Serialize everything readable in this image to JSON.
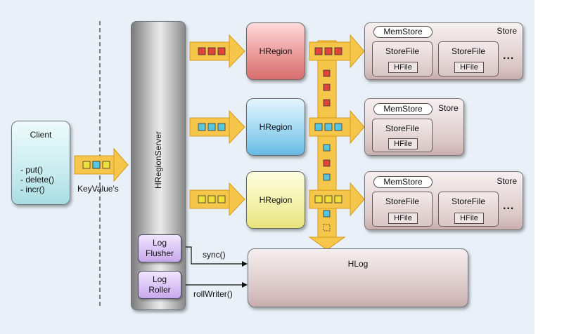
{
  "client": {
    "title": "Client",
    "ops": [
      "- put()",
      "- delete()",
      "- incr()"
    ]
  },
  "keyvalues_label": "KeyValue's",
  "server_label": "HRegionServer",
  "log_flusher": {
    "line1": "Log",
    "line2": "Flusher"
  },
  "log_roller": {
    "line1": "Log",
    "line2": "Roller"
  },
  "sync_label": "sync()",
  "rollwriter_label": "rollWriter()",
  "regions": [
    {
      "label": "HRegion"
    },
    {
      "label": "HRegion"
    },
    {
      "label": "HRegion"
    }
  ],
  "stores": [
    {
      "label": "Store",
      "memstore": "MemStore",
      "storefiles": [
        {
          "label": "StoreFile",
          "hfile": "HFile"
        },
        {
          "label": "StoreFile",
          "hfile": "HFile"
        }
      ],
      "ellipsis": "..."
    },
    {
      "label": "Store",
      "memstore": "MemStore",
      "storefiles": [
        {
          "label": "StoreFile",
          "hfile": "HFile"
        }
      ],
      "ellipsis": ""
    },
    {
      "label": "Store",
      "memstore": "MemStore",
      "storefiles": [
        {
          "label": "StoreFile",
          "hfile": "HFile"
        },
        {
          "label": "StoreFile",
          "hfile": "HFile"
        }
      ],
      "ellipsis": "..."
    }
  ],
  "hlog_title": "HLog",
  "colors": {
    "arrow": "#f6c64a",
    "red": "#e0443c",
    "blue": "#3e8ed8",
    "yellow": "#f0df3a",
    "green": "#3fb24a",
    "cyan": "#55c7e0",
    "pink": "#e070b8",
    "purple": "#8a63d2",
    "gray": "#bbbbbb"
  }
}
